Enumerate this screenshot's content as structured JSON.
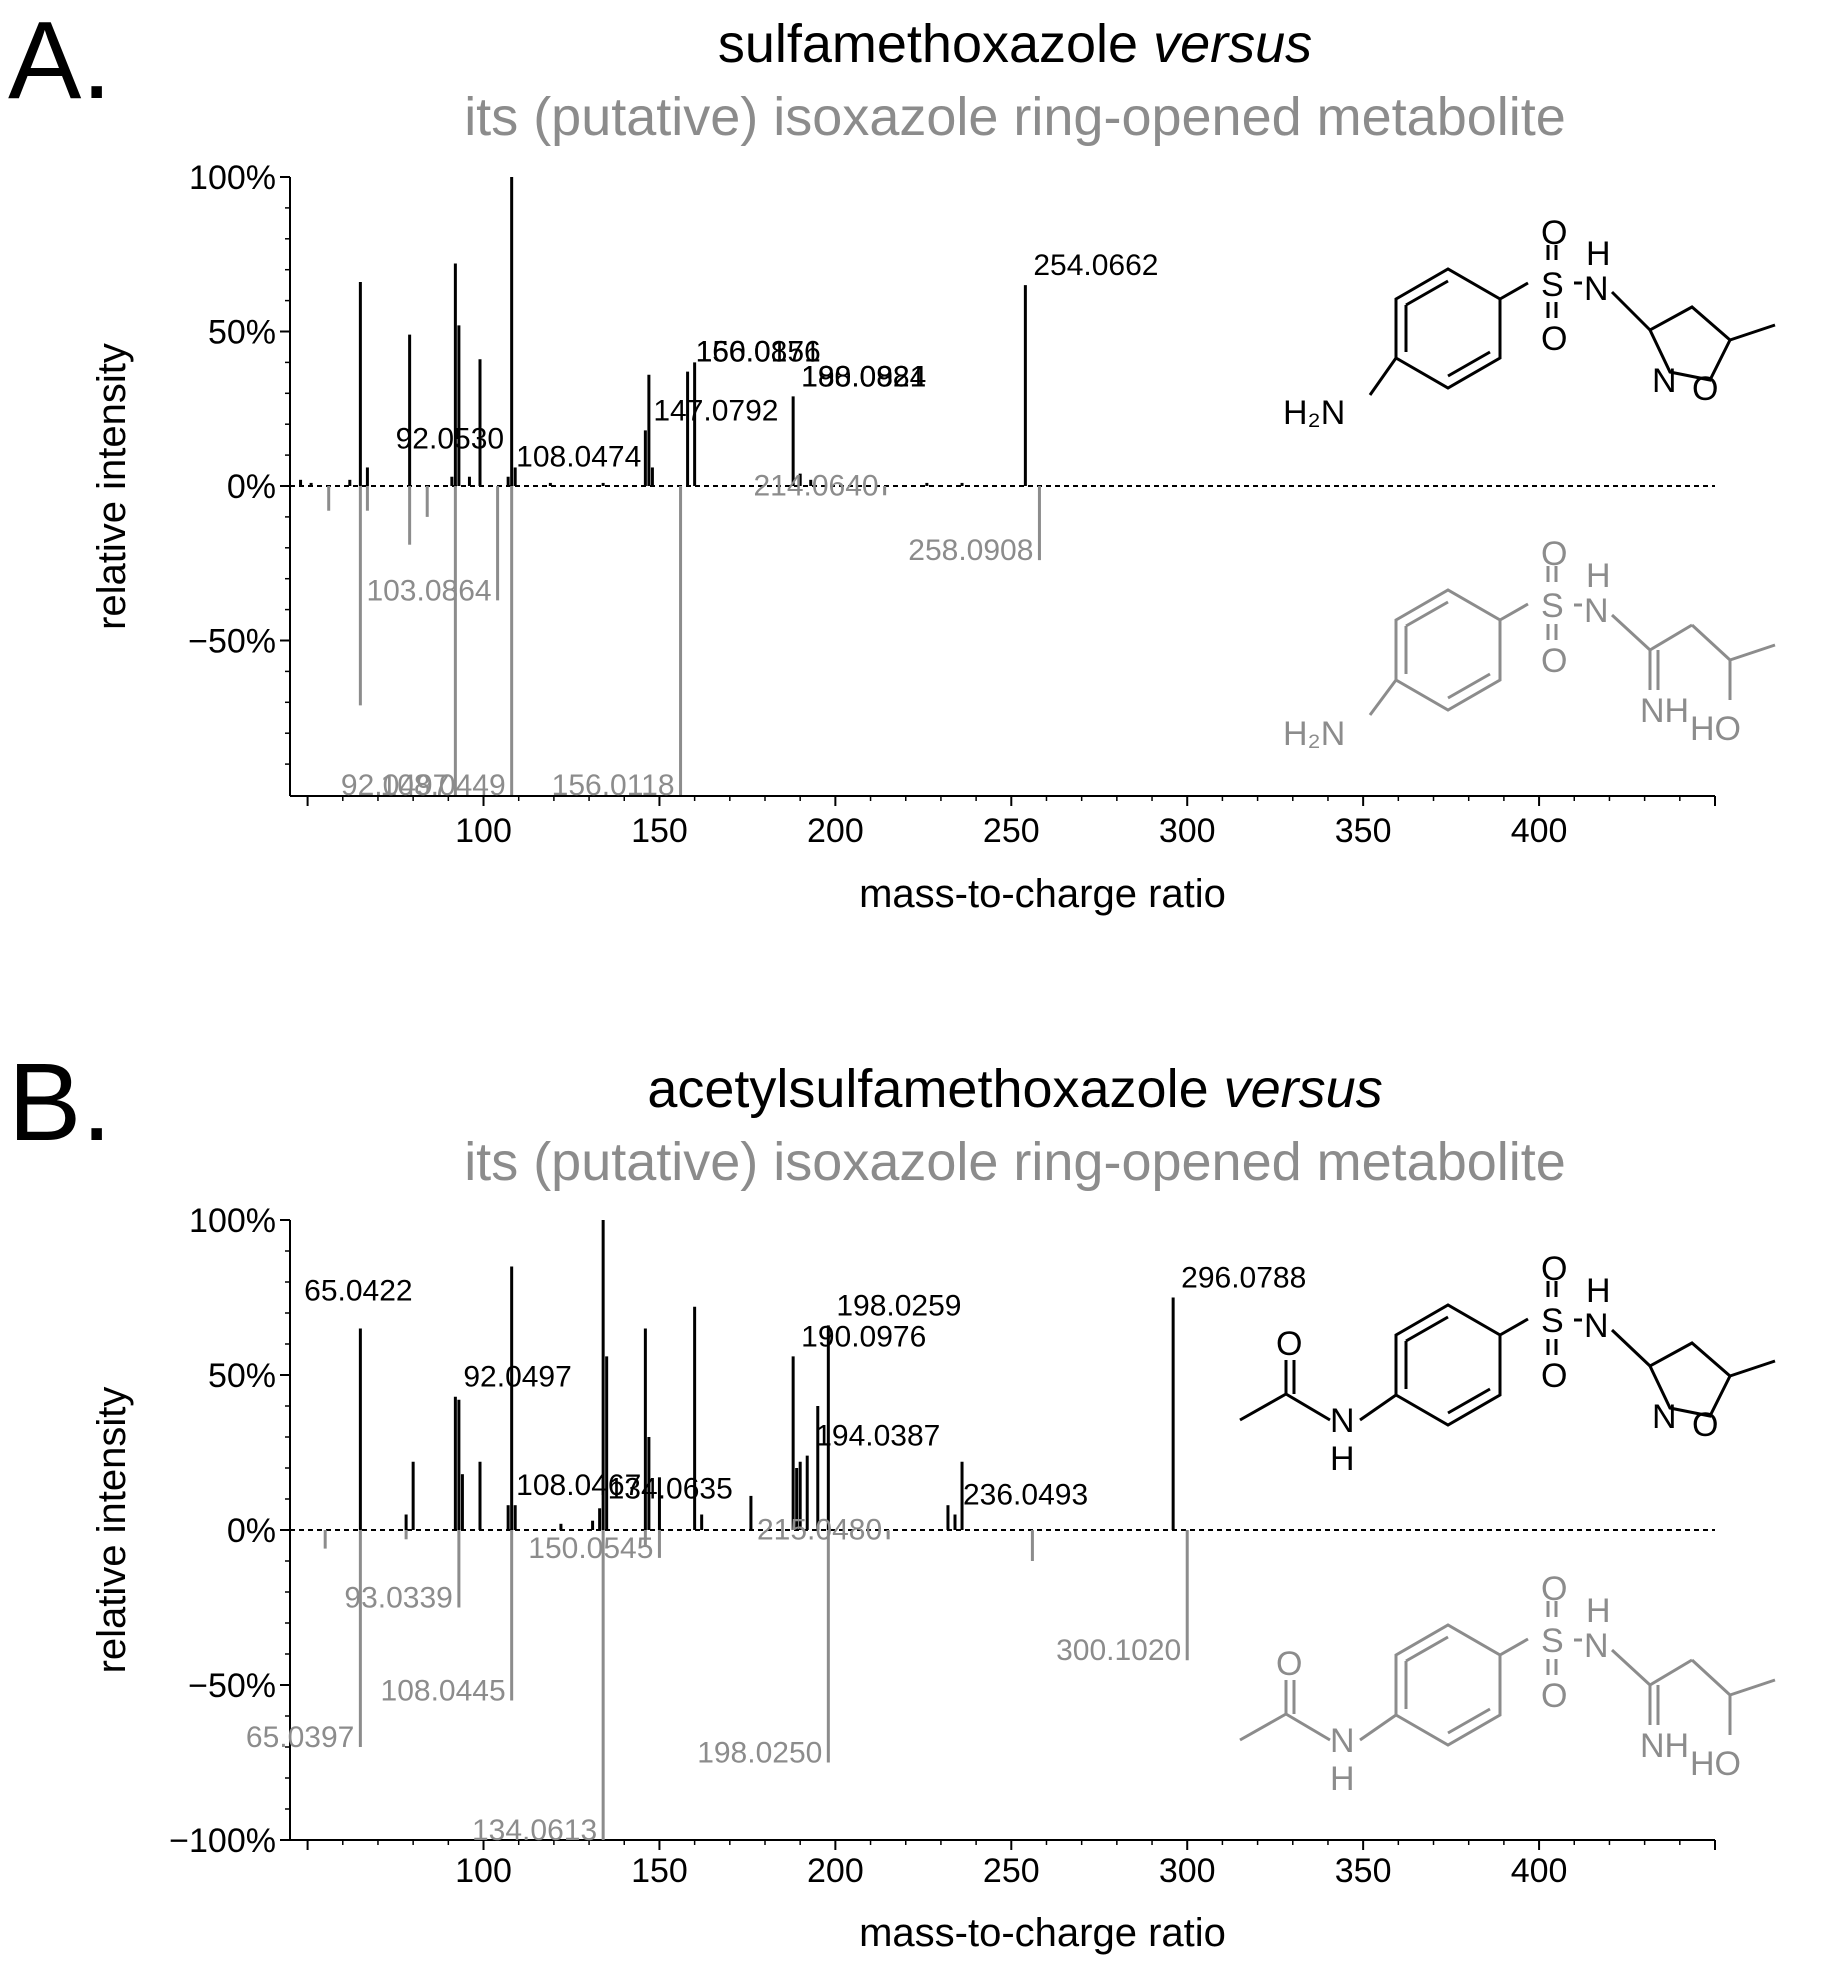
{
  "colors": {
    "top": "#000000",
    "bottom": "#8c8c8c"
  },
  "chart_data": [
    {
      "type": "bar",
      "panel": "A.",
      "title": "sulfamethoxazole",
      "title_italic": "versus",
      "subtitle": "its (putative) isoxazole ring-opened metabolite",
      "xlabel": "mass-to-charge ratio",
      "ylabel": "relative intensity",
      "xlim": [
        45,
        450
      ],
      "ylim": [
        -100,
        100
      ],
      "xticks": [
        100,
        150,
        200,
        250,
        300,
        350,
        400
      ],
      "yticks": [
        100,
        50,
        0,
        -50
      ],
      "ytick_labels": [
        "100%",
        "50%",
        "0%",
        "−50%"
      ],
      "series": [
        {
          "peaks": [
            [
              48,
              2
            ],
            [
              51,
              1
            ],
            [
              62,
              2
            ],
            [
              65,
              66
            ],
            [
              67,
              6
            ],
            [
              79,
              49
            ],
            [
              91,
              3
            ],
            [
              92,
              72
            ],
            [
              93,
              52
            ],
            [
              96,
              3
            ],
            [
              99,
              41
            ],
            [
              107,
              3
            ],
            [
              108,
              100
            ],
            [
              109,
              6
            ],
            [
              119,
              1
            ],
            [
              134,
              1
            ],
            [
              146,
              18
            ],
            [
              147,
              36
            ],
            [
              148,
              6
            ],
            [
              158,
              37
            ],
            [
              160,
              40
            ],
            [
              188,
              29
            ],
            [
              190,
              4
            ],
            [
              193,
              2
            ],
            [
              226,
              1
            ],
            [
              236,
              1
            ],
            [
              254,
              65
            ]
          ],
          "labels": [
            {
              "text": "92.0530",
              "x": 92
            },
            {
              "text": "108.0474",
              "x": 108
            },
            {
              "text": "156.0156",
              "x": 156
            },
            {
              "text": "147.0792",
              "x": 147
            },
            {
              "text": "160.0871",
              "x": 160
            },
            {
              "text": "188.0824",
              "x": 188
            },
            {
              "text": "190.0981",
              "x": 190
            },
            {
              "text": "254.0662",
              "x": 254
            }
          ]
        },
        {
          "peaks": [
            [
              56,
              8
            ],
            [
              65,
              71
            ],
            [
              67,
              8
            ],
            [
              79,
              19
            ],
            [
              84,
              10
            ],
            [
              92,
              100
            ],
            [
              104,
              37
            ],
            [
              108,
              100
            ],
            [
              156,
              100
            ],
            [
              214,
              3
            ],
            [
              258,
              24
            ]
          ],
          "labels": [
            {
              "text": "92.0497",
              "x": 92
            },
            {
              "text": "103.0864",
              "x": 103
            },
            {
              "text": "108.0449",
              "x": 108
            },
            {
              "text": "156.0118",
              "x": 156
            },
            {
              "text": "214.0640",
              "x": 214
            },
            {
              "text": "258.0908",
              "x": 258
            }
          ]
        }
      ]
    },
    {
      "type": "bar",
      "panel": "B.",
      "title": "acetylsulfamethoxazole",
      "title_italic": "versus",
      "subtitle": "its (putative) isoxazole ring-opened metabolite",
      "xlabel": "mass-to-charge ratio",
      "ylabel": "relative intensity",
      "xlim": [
        45,
        450
      ],
      "ylim": [
        -100,
        100
      ],
      "xticks": [
        100,
        150,
        200,
        250,
        300,
        350,
        400
      ],
      "yticks": [
        100,
        50,
        0,
        -50,
        -100
      ],
      "ytick_labels": [
        "100%",
        "50%",
        "0%",
        "−50%",
        "−100%"
      ],
      "series": [
        {
          "peaks": [
            [
              65,
              65
            ],
            [
              78,
              5
            ],
            [
              80,
              22
            ],
            [
              92,
              43
            ],
            [
              93,
              42
            ],
            [
              94,
              18
            ],
            [
              99,
              22
            ],
            [
              107,
              8
            ],
            [
              108,
              85
            ],
            [
              109,
              8
            ],
            [
              122,
              2
            ],
            [
              131,
              3
            ],
            [
              133,
              7
            ],
            [
              134,
              100
            ],
            [
              135,
              56
            ],
            [
              146,
              65
            ],
            [
              147,
              30
            ],
            [
              150,
              17
            ],
            [
              160,
              72
            ],
            [
              162,
              5
            ],
            [
              176,
              11
            ],
            [
              188,
              56
            ],
            [
              189,
              20
            ],
            [
              190,
              22
            ],
            [
              192,
              24
            ],
            [
              195,
              40
            ],
            [
              198,
              66
            ],
            [
              232,
              8
            ],
            [
              234,
              5
            ],
            [
              236,
              22
            ],
            [
              296,
              75
            ]
          ],
          "labels": [
            {
              "text": "65.0422",
              "x": 65
            },
            {
              "text": "92.0497",
              "x": 92
            },
            {
              "text": "108.0467",
              "x": 108
            },
            {
              "text": "134.0635",
              "x": 134
            },
            {
              "text": "198.0259",
              "x": 198
            },
            {
              "text": "194.0387",
              "x": 194
            },
            {
              "text": "190.0976",
              "x": 190
            },
            {
              "text": "236.0493",
              "x": 236
            },
            {
              "text": "296.0788",
              "x": 296
            }
          ]
        },
        {
          "peaks": [
            [
              55,
              6
            ],
            [
              65,
              70
            ],
            [
              78,
              3
            ],
            [
              93,
              25
            ],
            [
              108,
              55
            ],
            [
              134,
              100
            ],
            [
              146,
              5
            ],
            [
              150,
              9
            ],
            [
              198,
              75
            ],
            [
              215,
              3
            ],
            [
              256,
              10
            ],
            [
              300,
              42
            ]
          ],
          "labels": [
            {
              "text": "93.0339",
              "x": 93
            },
            {
              "text": "65.0397",
              "x": 65
            },
            {
              "text": "108.0445",
              "x": 108
            },
            {
              "text": "134.0613",
              "x": 134
            },
            {
              "text": "150.0545",
              "x": 150
            },
            {
              "text": "198.0250",
              "x": 198
            },
            {
              "text": "215.0480",
              "x": 215
            },
            {
              "text": "300.1020",
              "x": 300
            }
          ]
        }
      ]
    }
  ]
}
